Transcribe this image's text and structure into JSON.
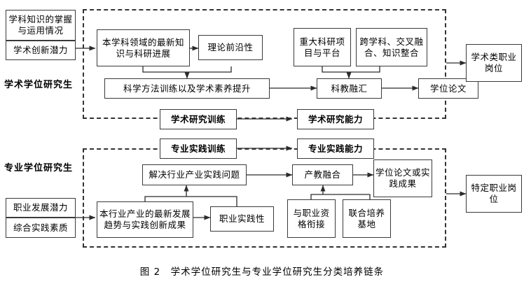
{
  "figure": {
    "caption": "图 2　学术学位研究生与专业学位研究生分类培养链条"
  },
  "academic_track": {
    "track_label": "学术学位研究生",
    "inputs": [
      {
        "label": "学科知识的掌握与运用情况"
      },
      {
        "label": "学术创新潜力"
      }
    ],
    "process": [
      {
        "label": "本学科领域的最新知识与科研进展"
      },
      {
        "label": "理论前沿性"
      },
      {
        "label": "重大科研项目与平台"
      },
      {
        "label": "跨学科、交叉融合、知识整合"
      },
      {
        "label": "科学方法训练以及学术素养提升"
      },
      {
        "label": "科教融汇"
      },
      {
        "label": "学位论文"
      }
    ],
    "training": {
      "label": "学术研究训练"
    },
    "capability": {
      "label": "学术研究能力"
    },
    "outcome": {
      "label": "学术类职业岗位"
    }
  },
  "professional_track": {
    "track_label": "专业学位研究生",
    "inputs": [
      {
        "label": "职业发展潜力"
      },
      {
        "label": "综合实践素质"
      }
    ],
    "process": [
      {
        "label": "解决行业产业实践问题"
      },
      {
        "label": "产教融合"
      },
      {
        "label": "学位论文或实践成果"
      },
      {
        "label": "本行业产业的最新发展趋势与实践创新成果"
      },
      {
        "label": "职业实践性"
      },
      {
        "label": "与职业资格衔接"
      },
      {
        "label": "联合培养基地"
      }
    ],
    "training": {
      "label": "专业实践训练"
    },
    "capability": {
      "label": "专业实践能力"
    },
    "outcome": {
      "label": "特定职业岗位"
    }
  },
  "style": {
    "line_color": "#2b2b2b",
    "box_border": "#3a3a3a",
    "background": "#ffffff"
  }
}
